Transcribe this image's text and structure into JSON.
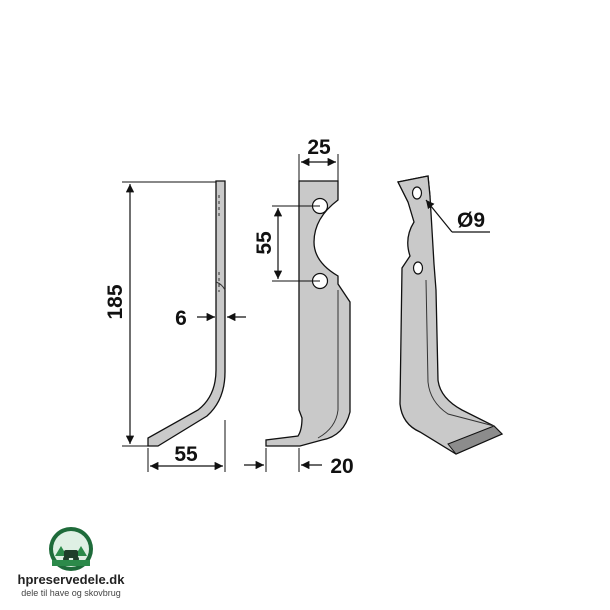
{
  "dimensions": {
    "height": "185",
    "thickness": "6",
    "foot_width": "55",
    "blade_width": "25",
    "hole_spacing": "55",
    "foot_depth": "20",
    "hole_diameter": "Ø9"
  },
  "brand": {
    "name": "hpreservedele.dk",
    "tagline": "dele til have og skovbrug"
  },
  "colors": {
    "steel": "#c9c9c9",
    "outline": "#111111",
    "logo_ring": "#1e6b3a"
  }
}
